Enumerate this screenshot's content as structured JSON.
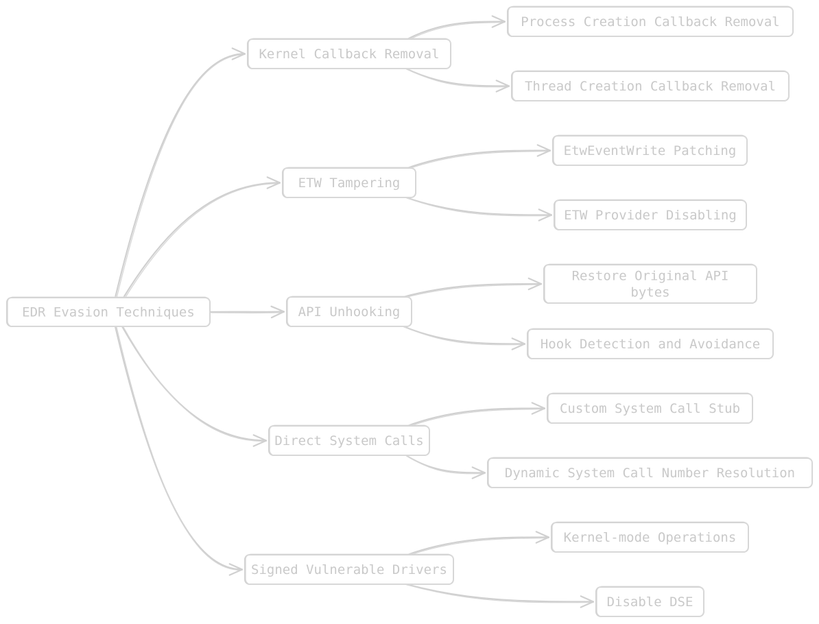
{
  "mindmap": {
    "root": {
      "id": "root",
      "label": "EDR Evasion Techniques"
    },
    "branches": [
      {
        "id": "kernel-callback-removal",
        "label": "Kernel Callback Removal",
        "children": [
          {
            "id": "process-creation-callback-removal",
            "label": "Process Creation Callback Removal"
          },
          {
            "id": "thread-creation-callback-removal",
            "label": "Thread Creation Callback Removal"
          }
        ]
      },
      {
        "id": "etw-tampering",
        "label": "ETW Tampering",
        "children": [
          {
            "id": "etweventwrite-patching",
            "label": "EtwEventWrite Patching"
          },
          {
            "id": "etw-provider-disabling",
            "label": "ETW Provider Disabling"
          }
        ]
      },
      {
        "id": "api-unhooking",
        "label": "API Unhooking",
        "children": [
          {
            "id": "restore-original-api-bytes",
            "label": "Restore Original API bytes",
            "lines": [
              "Restore Original API",
              "bytes"
            ]
          },
          {
            "id": "hook-detection-and-avoidance",
            "label": "Hook Detection and Avoidance"
          }
        ]
      },
      {
        "id": "direct-system-calls",
        "label": "Direct System Calls",
        "children": [
          {
            "id": "custom-system-call-stub",
            "label": "Custom System Call Stub"
          },
          {
            "id": "dynamic-system-call-number-resolution",
            "label": "Dynamic System Call Number Resolution"
          }
        ]
      },
      {
        "id": "signed-vulnerable-drivers",
        "label": "Signed Vulnerable Drivers",
        "children": [
          {
            "id": "kernel-mode-operations",
            "label": "Kernel-mode Operations"
          },
          {
            "id": "disable-dse",
            "label": "Disable DSE"
          }
        ]
      }
    ]
  },
  "colors": {
    "stroke": "#d0d0d0",
    "text": "#c9c9c9",
    "background": "#ffffff"
  }
}
